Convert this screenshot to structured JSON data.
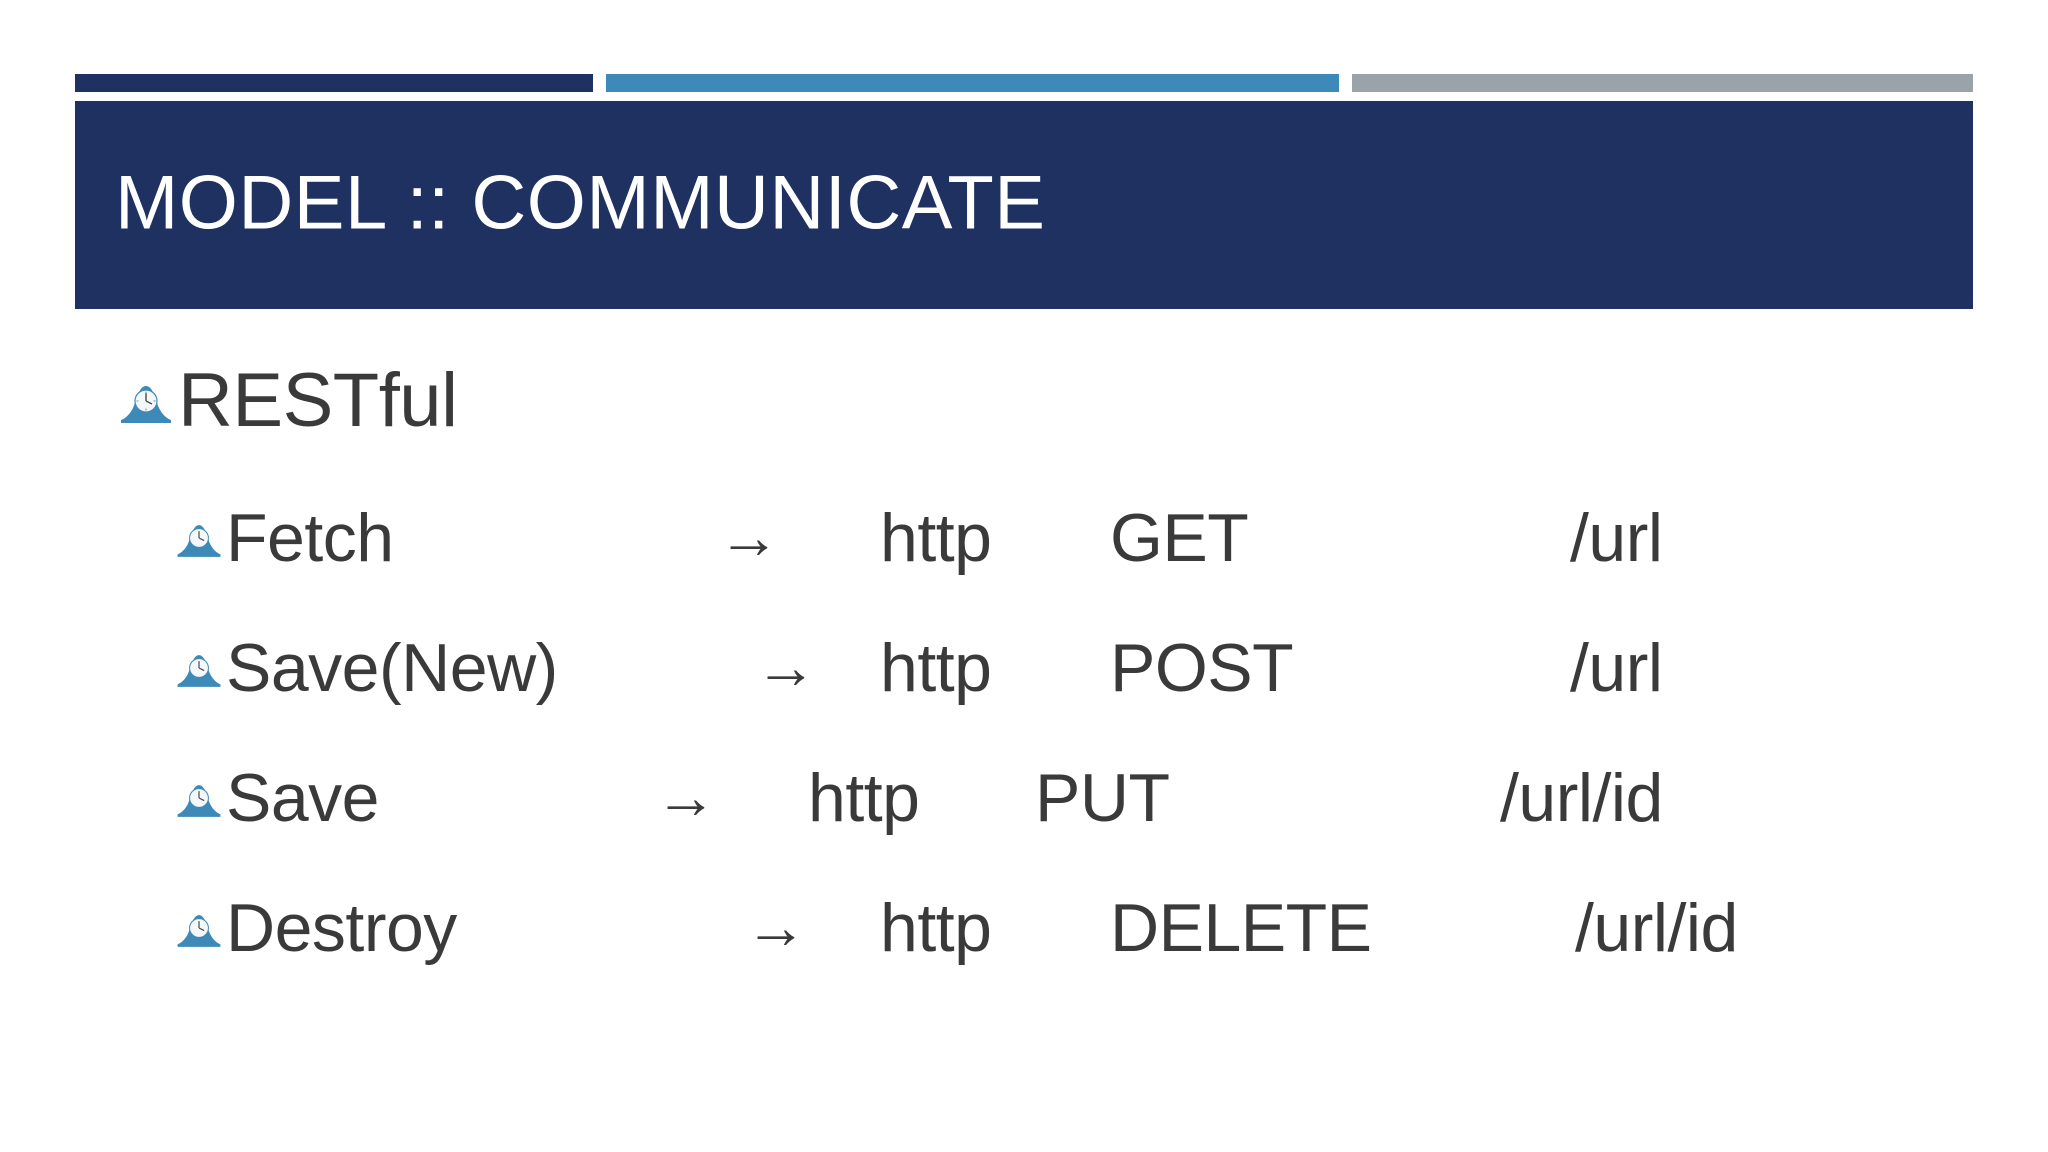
{
  "slide": {
    "title": "MODEL :: COMMUNICATE",
    "accent_colors": {
      "navy": "#1e3160",
      "blue": "#3d8ab8",
      "gray": "#9aa4a8",
      "background": "#ffffff",
      "body_text": "#3a3a3a",
      "bullet_icon": "#3d8ab8"
    },
    "bullet_icon_name": "mantel-clock-icon",
    "arrow_glyph": "→"
  },
  "content": {
    "heading": "RESTful",
    "rows": [
      {
        "action": "Fetch",
        "arrow": "→",
        "protocol": "http",
        "method": "GET",
        "path": "/url"
      },
      {
        "action": "Save(New)",
        "arrow": "→",
        "protocol": "http",
        "method": "POST",
        "path": "/url"
      },
      {
        "action": "Save",
        "arrow": "→",
        "protocol": "http",
        "method": "PUT",
        "path": "/url/id"
      },
      {
        "action": "Destroy",
        "arrow": "→",
        "protocol": "http",
        "method": "DELETE",
        "path": "/url/id"
      }
    ]
  }
}
